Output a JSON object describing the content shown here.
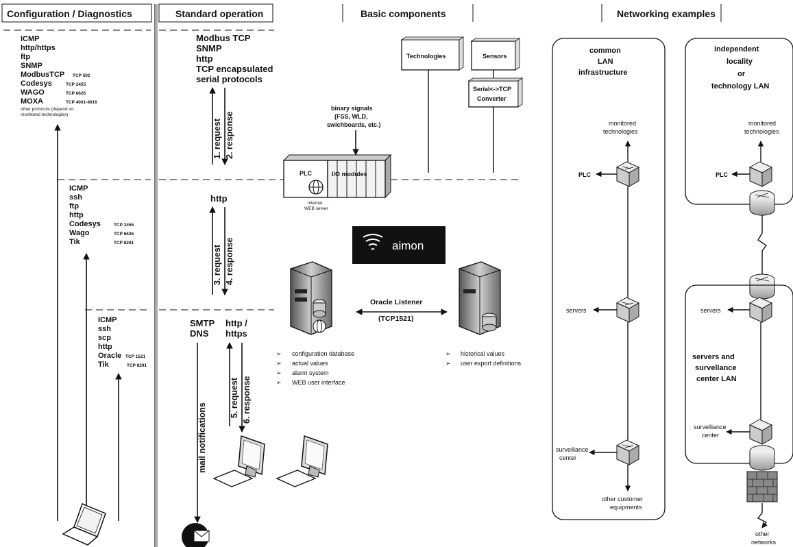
{
  "headers": {
    "config": "Configuration / Diagnostics",
    "standard": "Standard operation",
    "basic": "Basic components",
    "networking": "Networking examples"
  },
  "config": {
    "level1": [
      {
        "name": "ICMP",
        "port": ""
      },
      {
        "name": "http/https",
        "port": ""
      },
      {
        "name": "ftp",
        "port": ""
      },
      {
        "name": "SNMP",
        "port": ""
      },
      {
        "name": "ModbusTCP",
        "port": "TCP 502"
      },
      {
        "name": "Codesys",
        "port": "TCP 2455"
      },
      {
        "name": "WAGO",
        "port": "TCP 6626"
      },
      {
        "name": "MOXA",
        "port": "TCP 4001-4016"
      }
    ],
    "level1_note_1": "other protocols (depend on",
    "level1_note_2": "monitored technologies)",
    "level2": [
      {
        "name": "ICMP",
        "port": ""
      },
      {
        "name": "ssh",
        "port": ""
      },
      {
        "name": "ftp",
        "port": ""
      },
      {
        "name": "http",
        "port": ""
      },
      {
        "name": "Codesys",
        "port": "TCP 2455"
      },
      {
        "name": "Wago",
        "port": "TCP 6626"
      },
      {
        "name": "Tik",
        "port": "TCP 8291"
      }
    ],
    "level3": [
      {
        "name": "ICMP",
        "port": ""
      },
      {
        "name": "ssh",
        "port": ""
      },
      {
        "name": "scp",
        "port": ""
      },
      {
        "name": "http",
        "port": ""
      },
      {
        "name": "Oracle",
        "port": "TCP 1521"
      },
      {
        "name": "Tik",
        "port": "TCP 8291"
      }
    ]
  },
  "standard": {
    "level1": [
      "Modbus TCP",
      "SNMP",
      "http",
      "TCP encapsulated",
      "serial protocols"
    ],
    "req1": "1. request",
    "resp2": "2. response",
    "level2": "http",
    "req3": "3. request",
    "resp4": "4. response",
    "smtp": "SMTP",
    "dns": "DNS",
    "http_https_1": "http /",
    "http_https_2": "https",
    "mail": "mail notifications",
    "req5": "5. request",
    "resp6": "6. response"
  },
  "basic": {
    "technologies": "Technologies",
    "sensors": "Sensors",
    "converter_1": "Serial<->TCP",
    "converter_2": "Converter",
    "binary_1": "binary signals",
    "binary_2": "(FSS, WLD,",
    "binary_3": "swichboards, etc.)",
    "plc": "PLC",
    "io": "I/O modules",
    "web_1": "internal",
    "web_2": "WEB server",
    "logo": "aimon",
    "oracle_1": "Oracle Listener",
    "oracle_2": "(TCP1521)",
    "server_left": [
      "configuration database",
      "actual values",
      "alarm system",
      "WEB user interface"
    ],
    "server_right": [
      "historical values",
      "user export definitions"
    ]
  },
  "networking": {
    "lan_title": [
      "common",
      "LAN",
      "infrastructure"
    ],
    "monitored": [
      "monitored",
      "technologies"
    ],
    "plc": "PLC",
    "servers": "servers",
    "surveillance": [
      "surveillance",
      "center"
    ],
    "other_eq": [
      "other customer",
      "equipments"
    ],
    "indep_title": [
      "independent",
      "locality",
      "or",
      "technology LAN"
    ],
    "monitored2": [
      "monitored",
      "technologies"
    ],
    "plc2": "PLC",
    "servers2": "servers",
    "servers_lan": [
      "servers and",
      "survellance",
      "center LAN"
    ],
    "surveillance2": [
      "survelliance",
      "center"
    ],
    "other_networks": [
      "other",
      "networks"
    ]
  }
}
